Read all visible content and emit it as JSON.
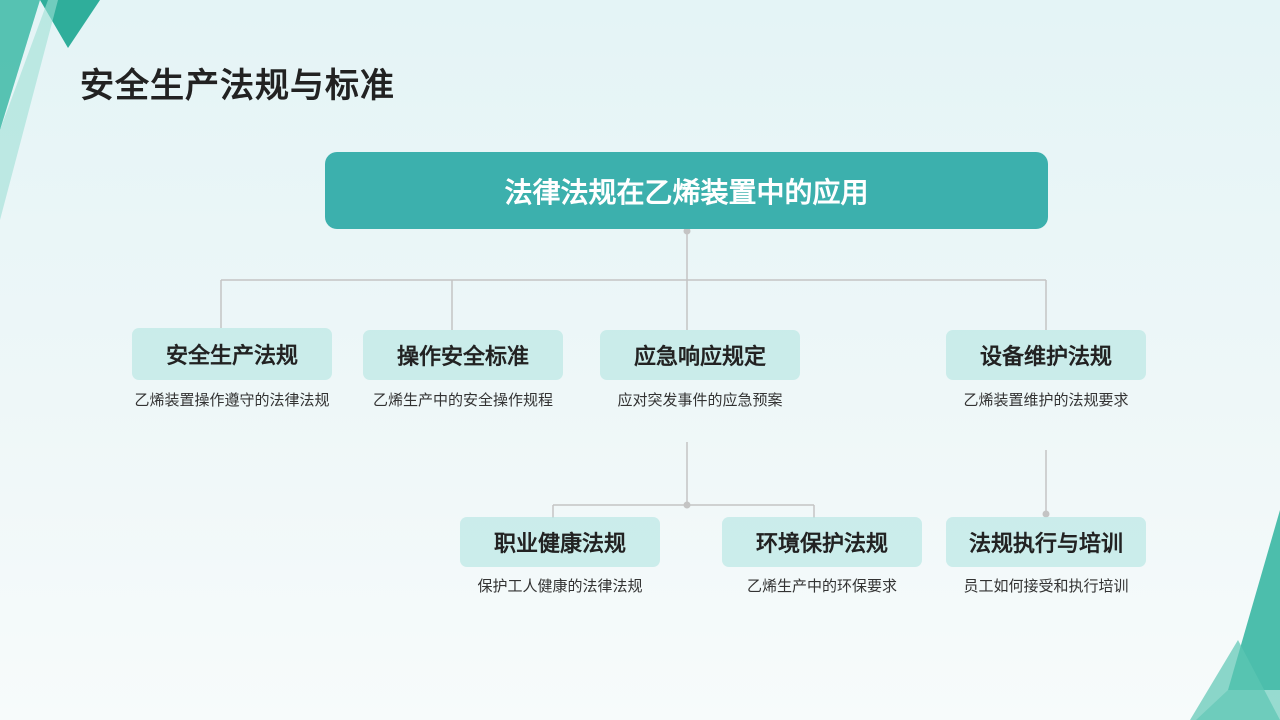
{
  "page": {
    "title": "安全生产法规与标准"
  },
  "diagram": {
    "root": "法律法规在乙烯装置中的应用",
    "nodes": [
      {
        "label": "安全生产法规",
        "desc": "乙烯装置操作遵守的法律法规"
      },
      {
        "label": "操作安全标准",
        "desc": "乙烯生产中的安全操作规程"
      },
      {
        "label": "应急响应规定",
        "desc": "应对突发事件的应急预案"
      },
      {
        "label": "设备维护法规",
        "desc": "乙烯装置维护的法规要求"
      },
      {
        "label": "职业健康法规",
        "desc": "保护工人健康的法律法规"
      },
      {
        "label": "环境保护法规",
        "desc": "乙烯生产中的环保要求"
      },
      {
        "label": "法规执行与培训",
        "desc": "员工如何接受和执行培训"
      }
    ]
  },
  "colors": {
    "accent": "#3cb0ad",
    "node_bg": "#bee8e6",
    "connector": "#c4c4c4"
  }
}
